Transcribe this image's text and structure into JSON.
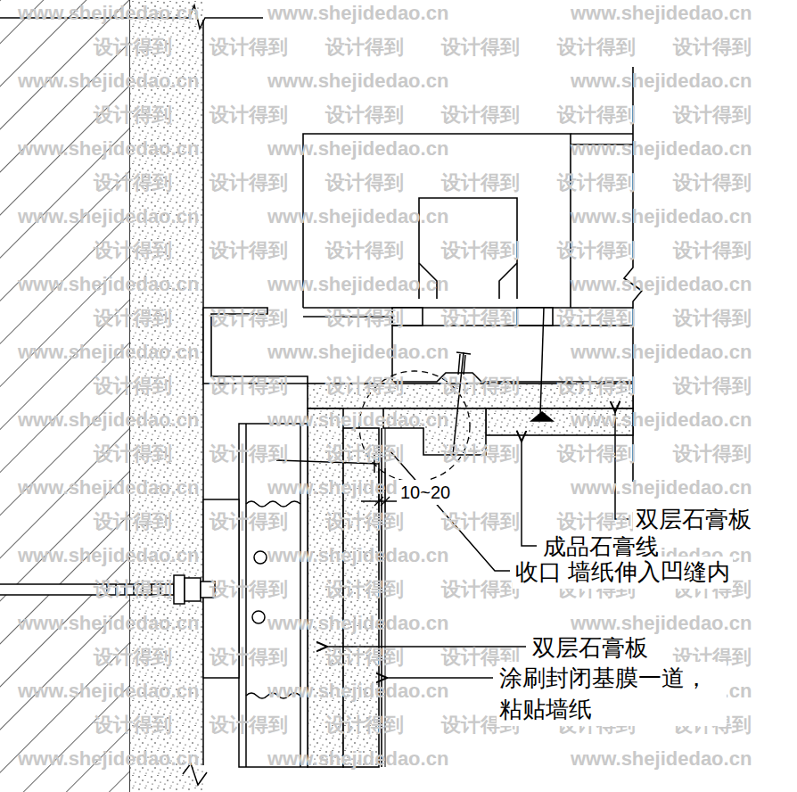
{
  "diagram": {
    "labels": [
      "10~20",
      "双层石膏板",
      "成品石膏线",
      "收口 墙纸伸入凹缝内",
      "双层石膏板",
      "涂刷封闭基膜一道， 粘贴墙纸",
      "www.shejidedao.cn",
      "www.shejidedao.cn",
      "www.shejidedao.cn",
      "设计得到",
      "设计得到",
      "设计得到",
      "设计得到",
      "设计得到",
      "设计得到",
      "www.shejidedao.cn",
      "www.shejidedao.cn",
      "www.shejidedao.cn",
      "设计得到",
      "设计得到",
      "设计得到",
      "设计得到",
      "设计得到",
      "设计得到",
      "www.shejidedao.cn",
      "www.shejidedao.cn",
      "www.shejidedao.cn",
      "设计得到",
      "设计得到",
      "设计得到",
      "设计得到",
      "设计得到",
      "设计得到",
      "www.shejidedao.cn",
      "www.shejidedao.cn",
      "www.shejidedao.cn",
      "设计得到",
      "设计得到",
      "设计得到",
      "设计得到",
      "设计得到",
      "设计得到",
      "www.shejidedao.cn",
      "www.shejidedao.cn",
      "www.shejidedao.cn",
      "设计得到",
      "设计得到",
      "设计得到",
      "设计得到",
      "设计得到",
      "设计得到",
      "www.shejidedao.cn",
      "www.shejidedao.cn",
      "www.shejidedao.cn",
      "设计得到",
      "设计得到",
      "设计得到",
      "设计得到",
      "设计得到",
      "设计得到",
      "www.shejidedao.cn",
      "www.shejidedao.cn",
      "www.shejidedao.cn",
      "设计得到",
      "设计得到",
      "设计得到",
      "设计得到",
      "设计得到",
      "设计得到",
      "www.shejidedao.cn",
      "www.shejidedao.cn",
      "www.shejidedao.cn",
      "设计得到",
      "设计得到",
      "设计得到",
      "设计得到",
      "设计得到",
      "设计得到",
      "www.shejidedao.cn",
      "www.shejidedao.cn",
      "www.shejidedao.cn",
      "设计得到",
      "设计得到",
      "设计得到",
      "设计得到",
      "设计得到",
      "设计得到",
      "www.shejidedao.cn",
      "www.shejidedao.cn",
      "www.shejidedao.cn",
      "设计得到",
      "设计得到",
      "设计得到",
      "设计得到",
      "设计得到",
      "设计得到",
      "www.shejidedao.cn",
      "www.shejidedao.cn",
      "www.shejidedao.cn",
      "设计得到",
      "设计得到",
      "设计得到",
      "设计得到",
      "设计得到",
      "设计得到",
      "www.shejidedao.cn",
      "www.shejidedao.cn",
      "www.shejidedao.cn"
    ]
  }
}
